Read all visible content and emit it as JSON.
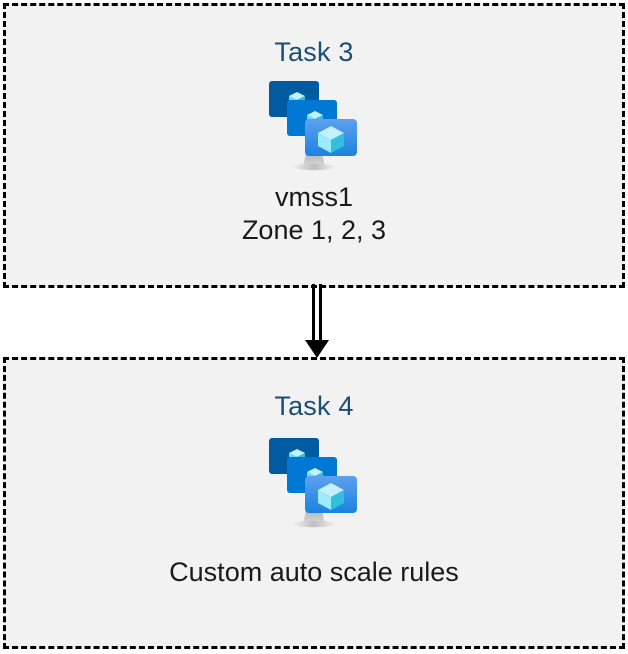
{
  "diagram": {
    "type": "flow",
    "background_color": "#ffffff",
    "box_fill_color": "#f2f2f2",
    "box_border_color": "#000000",
    "box_border_style": "dashed",
    "title_color": "#1b4f72",
    "caption_color": "#1a1a1a",
    "connector": {
      "name": "double-line-arrow",
      "from": "task-box-1",
      "to": "task-box-2",
      "direction": "down",
      "color": "#000000"
    },
    "boxes": [
      {
        "id": "task-box-1",
        "title": "Task 3",
        "icon": "vm-scale-set-icon",
        "caption_lines": [
          "vmss1",
          "Zone 1, 2, 3"
        ]
      },
      {
        "id": "task-box-2",
        "title": "Task 4",
        "icon": "vm-scale-set-icon",
        "caption_lines": [
          "Custom auto scale rules"
        ]
      }
    ],
    "icon_colors": {
      "monitor_back": "#005BA1",
      "monitor_mid": "#0078D4",
      "monitor_front_top": "#5EA0EF",
      "monitor_front_bottom": "#1F8CE6",
      "cube_light": "#C3F1FF",
      "cube_mid": "#9CEBFF",
      "cube_dark": "#32BEDD",
      "stand": "#B3B3B3"
    }
  }
}
